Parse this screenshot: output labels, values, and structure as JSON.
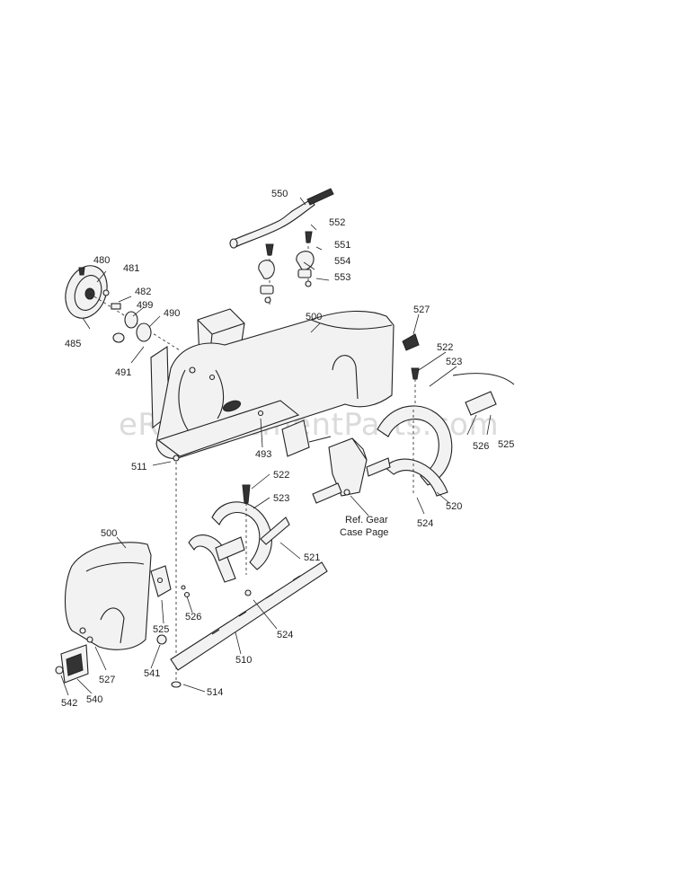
{
  "diagram": {
    "watermark": "eReplacementParts.com",
    "labels": [
      {
        "id": "l550",
        "text": "550"
      },
      {
        "id": "l552",
        "text": "552"
      },
      {
        "id": "l551",
        "text": "551"
      },
      {
        "id": "l554",
        "text": "554"
      },
      {
        "id": "l553",
        "text": "553"
      },
      {
        "id": "l480",
        "text": "480"
      },
      {
        "id": "l481",
        "text": "481"
      },
      {
        "id": "l482",
        "text": "482"
      },
      {
        "id": "l499",
        "text": "499"
      },
      {
        "id": "l490",
        "text": "490"
      },
      {
        "id": "l485",
        "text": "485"
      },
      {
        "id": "l491",
        "text": "491"
      },
      {
        "id": "l500a",
        "text": "500"
      },
      {
        "id": "l527a",
        "text": "527"
      },
      {
        "id": "l522a",
        "text": "522"
      },
      {
        "id": "l523a",
        "text": "523"
      },
      {
        "id": "l526a",
        "text": "526"
      },
      {
        "id": "l525a",
        "text": "525"
      },
      {
        "id": "l493",
        "text": "493"
      },
      {
        "id": "l511",
        "text": "511"
      },
      {
        "id": "l522b",
        "text": "522"
      },
      {
        "id": "l523b",
        "text": "523"
      },
      {
        "id": "l520",
        "text": "520"
      },
      {
        "id": "l524a",
        "text": "524"
      },
      {
        "id": "l521",
        "text": "521"
      },
      {
        "id": "l500b",
        "text": "500"
      },
      {
        "id": "l526b",
        "text": "526"
      },
      {
        "id": "l525b",
        "text": "525"
      },
      {
        "id": "l524b",
        "text": "524"
      },
      {
        "id": "l510",
        "text": "510"
      },
      {
        "id": "l527b",
        "text": "527"
      },
      {
        "id": "l541",
        "text": "541"
      },
      {
        "id": "l514",
        "text": "514"
      },
      {
        "id": "l542",
        "text": "542"
      },
      {
        "id": "l540",
        "text": "540"
      }
    ],
    "reference_note": {
      "line1": "Ref. Gear",
      "line2": "Case Page"
    }
  }
}
